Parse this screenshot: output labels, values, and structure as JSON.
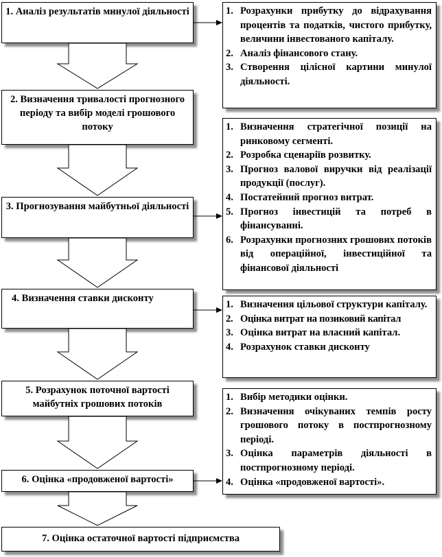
{
  "steps": [
    {
      "num": "1.",
      "text": "Аналіз результатів минулої діяльності"
    },
    {
      "num": "2.",
      "text": "Визначення тривалості прогнозного періоду та вибір моделі грошового потоку"
    },
    {
      "num": "3.",
      "text": "Прогнозування майбутньої діяльності"
    },
    {
      "num": "4.",
      "text": "Визначення ставки дисконту"
    },
    {
      "num": "5.",
      "text": "Розрахунок поточної вартості майбутніх грошових потоків"
    },
    {
      "num": "6.",
      "text": "Оцінка «продовженої вартості»"
    },
    {
      "num": "7.",
      "text": "Оцінка остаточної вартості підприємства"
    }
  ],
  "details": [
    {
      "step": "1.",
      "items": [
        {
          "num": "1.",
          "text": "Розрахунки прибутку до відрахування процентів та податків, чистого прибутку, величини інвестованого капіталу."
        },
        {
          "num": "2.",
          "text": "Аналіз фінансового стану."
        },
        {
          "num": "3.",
          "text": "Створення цілісної картини минулої діяльності."
        }
      ]
    },
    {
      "step": "3.",
      "items": [
        {
          "num": "1.",
          "text": "Визначення стратегічної позиції на ринковому сегменті."
        },
        {
          "num": "2.",
          "text": "Розробка сценаріїв розвитку."
        },
        {
          "num": "3.",
          "text": "Прогноз валової виручки від реалізації продукції (послуг)."
        },
        {
          "num": "4.",
          "text": "Постатейний прогноз витрат."
        },
        {
          "num": "5.",
          "text": "Прогноз інвестицій та потреб в фінансуванні."
        },
        {
          "num": "6.",
          "text": "Розрахунки прогнозних грошових потоків від операційної, інвестиційної та фінансової діяльності"
        }
      ]
    },
    {
      "step": "4.",
      "items": [
        {
          "num": "1.",
          "text": "Визначення цільової структури капіталу."
        },
        {
          "num": "2.",
          "text": "Оцінка витрат на позиковий капітал"
        },
        {
          "num": "3.",
          "text": "Оцінка витрат на власний капітал."
        },
        {
          "num": "4.",
          "text": "Розрахунок ставки дисконту"
        }
      ]
    },
    {
      "step": "6.",
      "items": [
        {
          "num": "1.",
          "text": "Вибір методики оцінки."
        },
        {
          "num": "2.",
          "text": "Визначення очікуваних темпів росту грошового потоку в постпрогнозному періоді."
        },
        {
          "num": "3.",
          "text": "Оцінка параметрів діяльності в постпрогнозному періоді."
        },
        {
          "num": "4.",
          "text": "Оцінка «продовженої вартості»."
        }
      ]
    }
  ],
  "colors": {
    "box_border": "#000000",
    "arrow_fill": "#ffffff",
    "shadow": "#7f7f7f"
  }
}
